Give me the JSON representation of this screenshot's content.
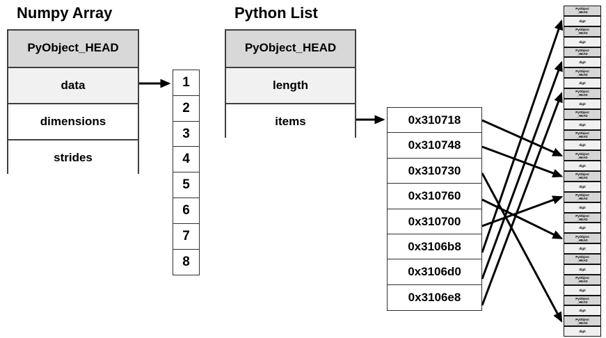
{
  "numpy_array": {
    "title": "Numpy Array",
    "rows": [
      "PyObject_HEAD",
      "data",
      "dimensions",
      "strides"
    ],
    "buffer_values": [
      "1",
      "2",
      "3",
      "4",
      "5",
      "6",
      "7",
      "8"
    ]
  },
  "python_list": {
    "title": "Python List",
    "rows": [
      "PyObject_HEAD",
      "length",
      "items"
    ],
    "item_pointers": [
      "0x310718",
      "0x310748",
      "0x310730",
      "0x310760",
      "0x310700",
      "0x3106b8",
      "0x3106d0",
      "0x3106e8"
    ]
  },
  "objects_column": {
    "count": 16,
    "cells": [
      "PyObject_HEAD",
      "digit"
    ]
  },
  "links": [
    {
      "from": "0x310718",
      "object": 8,
      "cell": "head"
    },
    {
      "from": "0x310748",
      "object": 9,
      "cell": "head"
    },
    {
      "from": "0x310730",
      "object": 16,
      "cell": "head"
    },
    {
      "from": "0x310760",
      "object": 12,
      "cell": "head"
    },
    {
      "from": "0x310700",
      "object": 10,
      "cell": "head"
    },
    {
      "from": "0x3106b8",
      "object": 1,
      "cell": "digit"
    },
    {
      "from": "0x3106d0",
      "object": 3,
      "cell": "digit"
    },
    {
      "from": "0x3106e8",
      "object": 5,
      "cell": "head"
    }
  ],
  "colors": {
    "header_fill": "#d8d8d8",
    "light_fill": "#f1f1f1",
    "white_fill": "#ffffff",
    "border": "#3f3f3f",
    "arrow": "#000000"
  }
}
